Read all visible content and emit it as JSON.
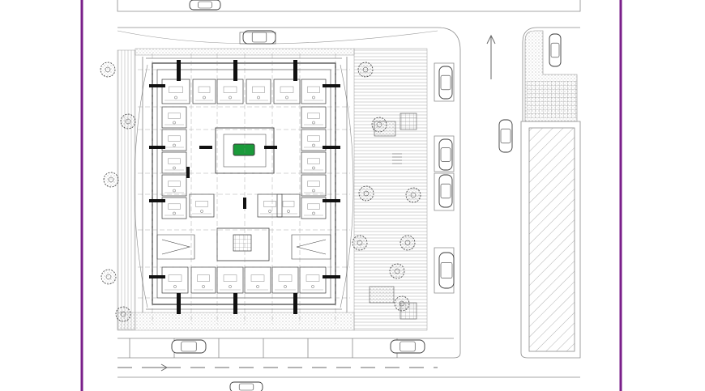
{
  "drawing": {
    "kind": "architectural site plan (CAD linework)",
    "frame_color": "#7a1f8a",
    "line_color": "#3a3a3a",
    "light_line_color": "#8a8a8a",
    "hatch_color": "#9a9a9a",
    "fountain_color": "#1a9a3a",
    "column_color": "#111111",
    "tree_count": 13,
    "car_count": 12,
    "text_labels": []
  }
}
